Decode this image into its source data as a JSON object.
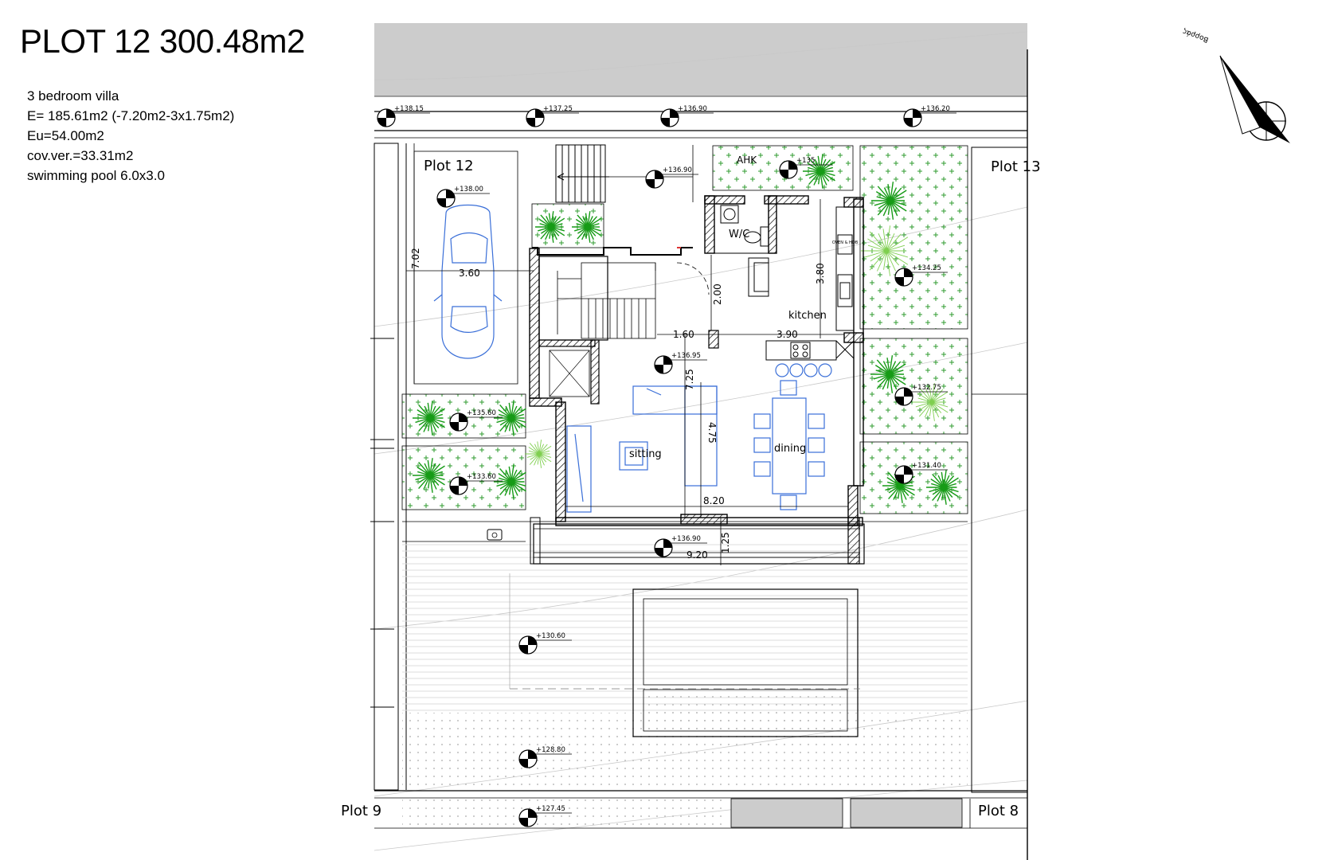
{
  "title": "PLOT 12 300.48m2",
  "info": [
    "3 bedroom villa",
    "E= 185.61m2 (-7.20m2-3x1.75m2)",
    "Eu=54.00m2",
    "cov.ver.=33.31m2",
    "swimming pool 6.0x3.0"
  ],
  "plots": {
    "plot12": "Plot 12",
    "plot13": "Plot 13",
    "plot9": "Plot 9",
    "plot8": "Plot 8"
  },
  "rooms": {
    "wc": "W/C",
    "kitchen": "kitchen",
    "sitting": "sitting",
    "dining": "dining",
    "ahk": "AHK"
  },
  "kitchen_appliance": "OVEN & HOB",
  "north_label": "Βορράς",
  "levels": [
    "+138.15",
    "+137.25",
    "+136.90",
    "+136.20",
    "+136.90",
    "+138.00",
    "+135",
    "+134.25",
    "+136.95",
    "+132.75",
    "+135.60",
    "+133.60",
    "+131.40",
    "+136.90",
    "+130.60",
    "+128.80",
    "+127.45"
  ],
  "dimensions": [
    "7.02",
    "3.60",
    "2.00",
    "3.80",
    "1.60",
    "3.90",
    "7.25",
    "4.75",
    "8.20",
    "1.25",
    "9.20"
  ],
  "colors": {
    "wall": "#000000",
    "furniture": "#3a6fd8",
    "planting": "#1e9b1e",
    "hatch": "#cfcfcf",
    "road": "#cccccc"
  }
}
